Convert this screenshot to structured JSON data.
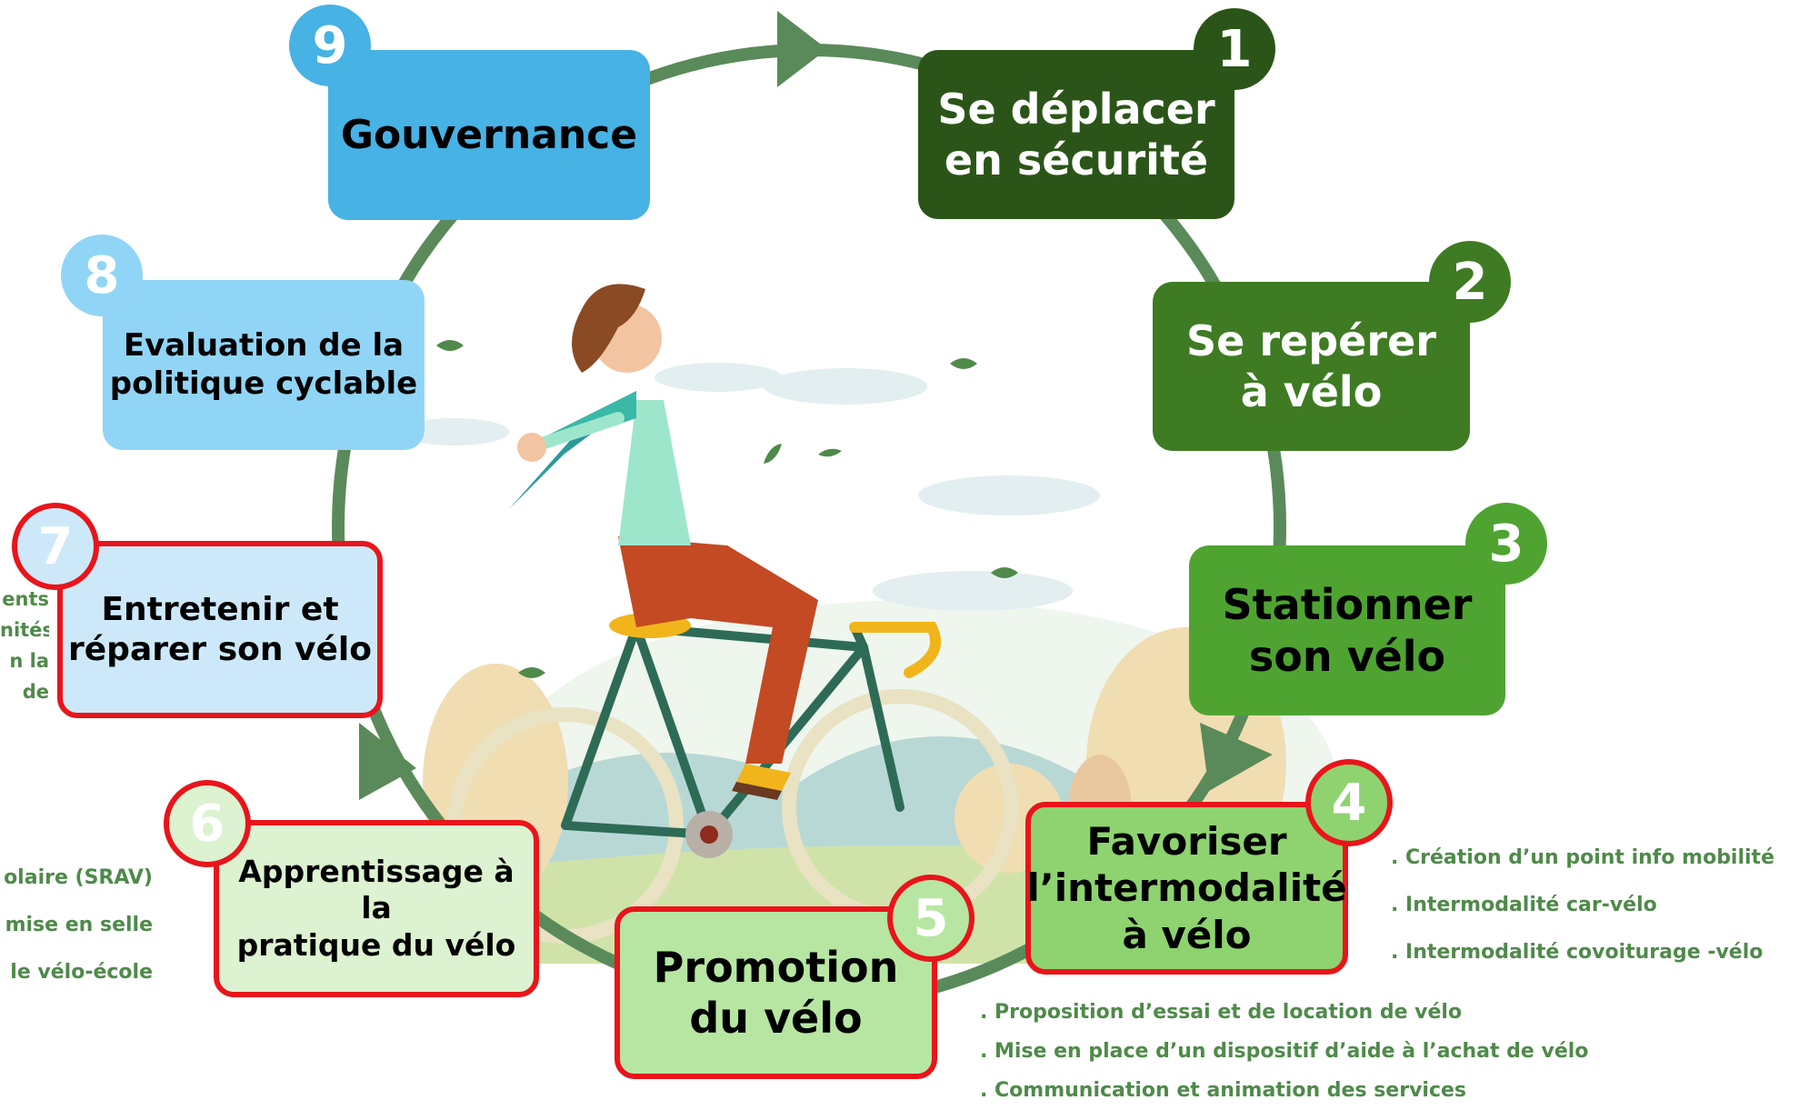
{
  "steps": [
    {
      "number": "1",
      "label": "Se déplacer\nen sécurité",
      "color": "#2b5518",
      "badge_color": "#2b5518",
      "text_color": "#ffffff"
    },
    {
      "number": "2",
      "label": "Se repérer\nà vélo",
      "color": "#3f7b23",
      "badge_color": "#3f7b23",
      "text_color": "#ffffff"
    },
    {
      "number": "3",
      "label": "Stationner\nson vélo",
      "color": "#4fa431",
      "badge_color": "#4fa431",
      "text_color": "#000000"
    },
    {
      "number": "4",
      "label": "Favoriser\nl’intermodalité\nà vélo",
      "color": "#8ed36f",
      "badge_color": "#8ed36f",
      "text_color": "#000000",
      "highlighted": true
    },
    {
      "number": "5",
      "label": "Promotion\ndu vélo",
      "color": "#b7e6a2",
      "badge_color": "#b7e6a2",
      "text_color": "#000000",
      "highlighted": true
    },
    {
      "number": "6",
      "label": "Apprentissage à la\npratique du vélo",
      "color": "#dcf2d0",
      "badge_color": "#dcf2d0",
      "text_color": "#000000",
      "highlighted": true
    },
    {
      "number": "7",
      "label": "Entretenir et\nréparer son vélo",
      "color": "#cde9f9",
      "badge_color": "#cde9f9",
      "text_color": "#000000",
      "highlighted": true
    },
    {
      "number": "8",
      "label": "Evaluation de la\npolitique cyclable",
      "color": "#91d5f6",
      "badge_color": "#91d5f6",
      "text_color": "#000000"
    },
    {
      "number": "9",
      "label": "Gouvernance",
      "color": "#47b2e4",
      "badge_color": "#47b2e4",
      "text_color": "#000000"
    }
  ],
  "details": {
    "step4": [
      ". Création d’un point info mobilité",
      ". Intermodalité car-vélo",
      ". Intermodalité covoiturage -vélo"
    ],
    "step5": [
      ". Proposition d’essai et de location de vélo",
      ". Mise en place d’un dispositif d’aide à l’achat de vélo",
      ". Communication et animation des services"
    ],
    "step6_partial": [
      "olaire (SRAV)",
      "mise en selle",
      "le vélo-école"
    ],
    "step7_partial": [
      "ents",
      "nités",
      "",
      "n la",
      "de"
    ]
  },
  "colors": {
    "cycle_arrow": "#5a8a5a",
    "highlight_border": "#e8151b",
    "detail_text": "#4f8a4a"
  }
}
